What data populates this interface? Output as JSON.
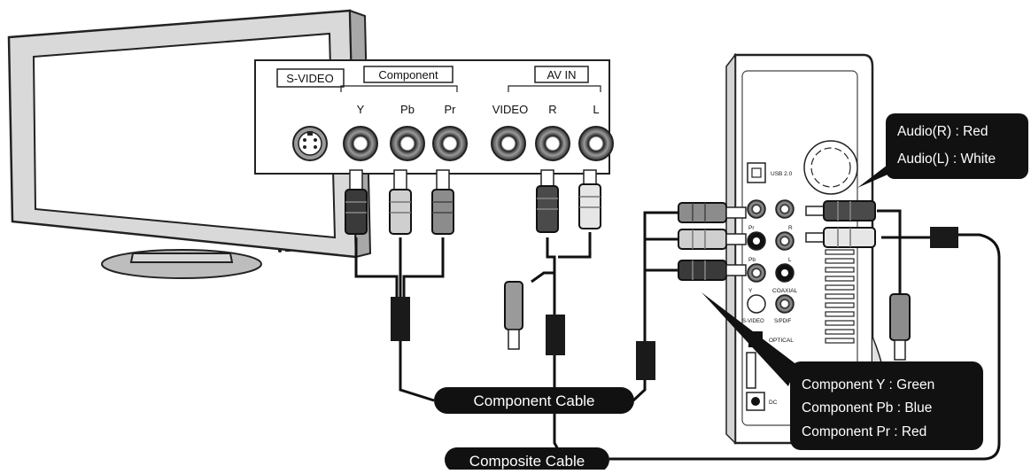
{
  "panel": {
    "svideo_label": "S-VIDEO",
    "component_label": "Component",
    "avin_label": "AV IN",
    "jacks": {
      "y": "Y",
      "pb": "Pb",
      "pr": "Pr",
      "video": "VIDEO",
      "r": "R",
      "l": "L"
    }
  },
  "device": {
    "usb": "USB 2.0",
    "pr": "Pr",
    "r": "R",
    "pb": "Pb",
    "l": "L",
    "y": "Y",
    "coaxial": "COAXIAL",
    "svideo": "S-VIDEO",
    "spdif": "S/PDIF",
    "optical": "OPTICAL",
    "dc": "DC"
  },
  "callouts": {
    "audio_r": "Audio(R) : Red",
    "audio_l": "Audio(L) : White",
    "comp_y": "Component Y : Green",
    "comp_pb": "Component Pb : Blue",
    "comp_pr": "Component Pr : Red"
  },
  "cables": {
    "component": "Component Cable",
    "composite": "Composite Cable"
  }
}
